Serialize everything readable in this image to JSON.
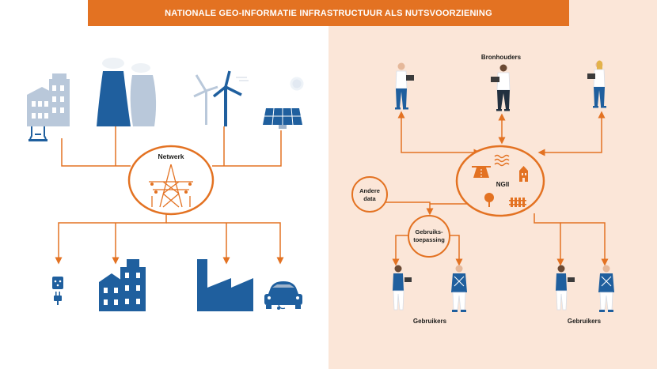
{
  "title": "NATIONALE GEO-INFORMATIE INFRASTRUCTUUR ALS NUTSVOORZIENING",
  "left": {
    "hub_label": "Netwerk"
  },
  "right": {
    "providers_label": "Bronhouders",
    "hub_label": "NGII",
    "other_data_line1": "Andere",
    "other_data_line2": "data",
    "application_line1": "Gebruiks-",
    "application_line2": "toepassing",
    "users_label_left": "Gebruikers",
    "users_label_right": "Gebruikers"
  },
  "colors": {
    "accent": "#e37222",
    "blue": "#1f5f9e",
    "light_blue": "#9fb4cc",
    "right_bg": "#fbe6d8"
  }
}
